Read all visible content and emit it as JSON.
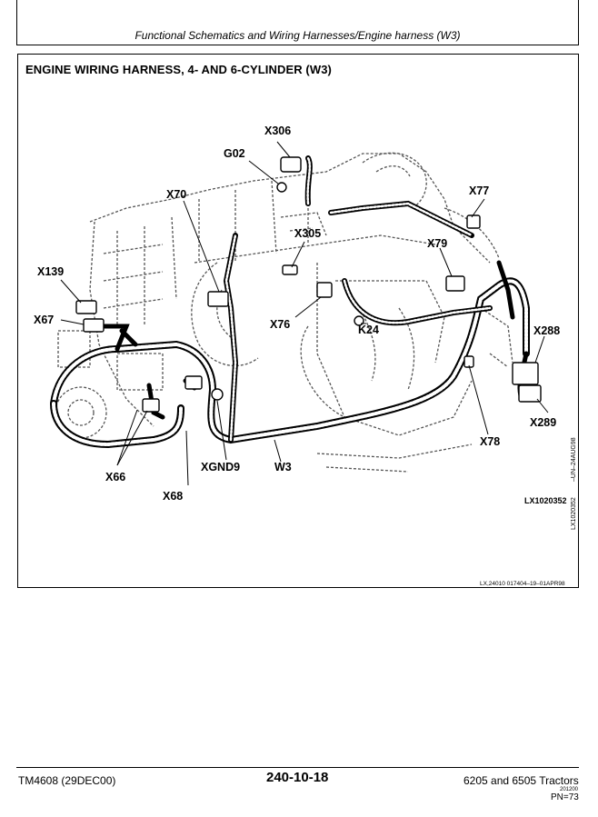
{
  "header": {
    "title": "Functional Schematics and Wiring Harnesses/Engine harness (W3)"
  },
  "figure": {
    "title": "ENGINE WIRING HARNESS, 4- AND 6-CYLINDER (W3)",
    "callouts": {
      "x306": "X306",
      "g02": "G02",
      "x70": "X70",
      "x77": "X77",
      "x305": "X305",
      "x79": "X79",
      "x139": "X139",
      "x67": "X67",
      "x76": "X76",
      "k24": "K24",
      "x288": "X288",
      "x289": "X289",
      "x78": "X78",
      "x66": "X66",
      "xgnd9": "XGND9",
      "w3": "W3",
      "x68": "X68"
    },
    "figure_ref": "LX1020352",
    "side_ref_1": "LX1020352",
    "side_ref_2": "–UN–24AUG98",
    "credit": "LX,24010 017404–19–01APR98"
  },
  "footer": {
    "manual": "TM4608 (29DEC00)",
    "page": "240-10-18",
    "product": "6205 and 6505 Tractors",
    "date": "201200",
    "pn": "PN=73"
  }
}
